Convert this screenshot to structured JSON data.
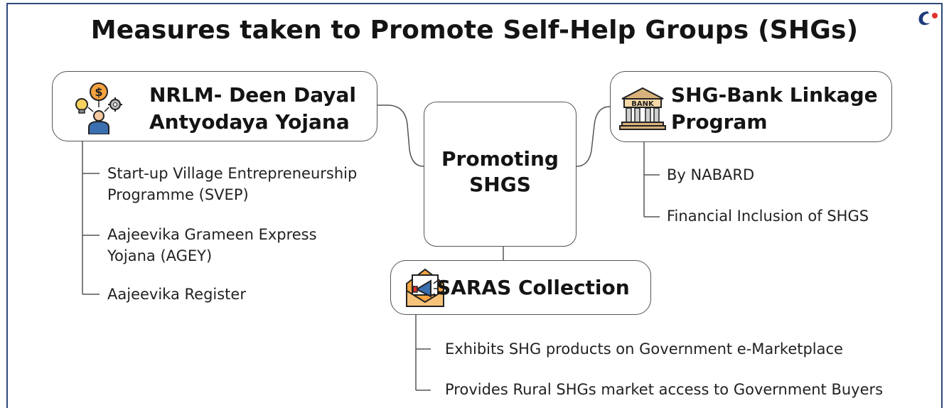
{
  "title": "Measures taken to Promote Self-Help Groups (SHGs)",
  "center": {
    "line1": "Promoting",
    "line2": "SHGS"
  },
  "nrlm": {
    "title_line1": "NRLM- Deen Dayal",
    "title_line2": "Antyodaya Yojana",
    "icon": "idea-person-icon",
    "items": [
      {
        "line1": "Start-up Village Entrepreneurship",
        "line2": "Programme (SVEP)"
      },
      {
        "line1": "Aajeevika Grameen Express",
        "line2": "Yojana (AGEY)"
      },
      {
        "line1": "Aajeevika Register",
        "line2": ""
      }
    ]
  },
  "bank": {
    "title_line1": "SHG-Bank Linkage",
    "title_line2": "Program",
    "icon": "bank-building-icon",
    "icon_text": "BANK",
    "items": [
      "By NABARD",
      "Financial Inclusion of SHGS"
    ]
  },
  "saras": {
    "title": "SARAS Collection",
    "icon": "megaphone-envelope-icon",
    "items": [
      "Exhibits SHG products on Government e-Marketplace",
      "Provides Rural SHGs market access to Government Buyers"
    ]
  },
  "logo": "brand-logo-icon",
  "colors": {
    "frame": "#2f4a7a",
    "box_border": "#555555",
    "icon_orange": "#f4a340",
    "icon_blue": "#3a6fb0",
    "logo_blue": "#1e3a7b",
    "logo_red": "#e0322d"
  }
}
